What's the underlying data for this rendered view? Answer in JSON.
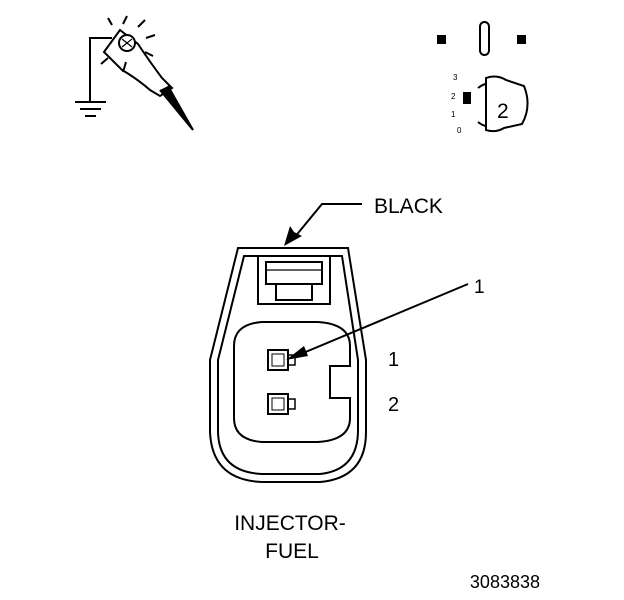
{
  "labels": {
    "wire_color": "BLACK",
    "callout_number": "1",
    "pin_1": "1",
    "pin_2": "2",
    "component_line1": "INJECTOR-",
    "component_line2": "FUEL",
    "figure_id": "3083838"
  },
  "ignition_dial": {
    "position_label": "2",
    "scale": [
      "3",
      "2",
      "1",
      "0"
    ]
  },
  "icons": {
    "test_lamp": "test-light-probe-icon",
    "ground": "ground-symbol-icon",
    "ignition": "ignition-switch-icon"
  },
  "colors": {
    "line": "#000000",
    "background": "#ffffff"
  }
}
